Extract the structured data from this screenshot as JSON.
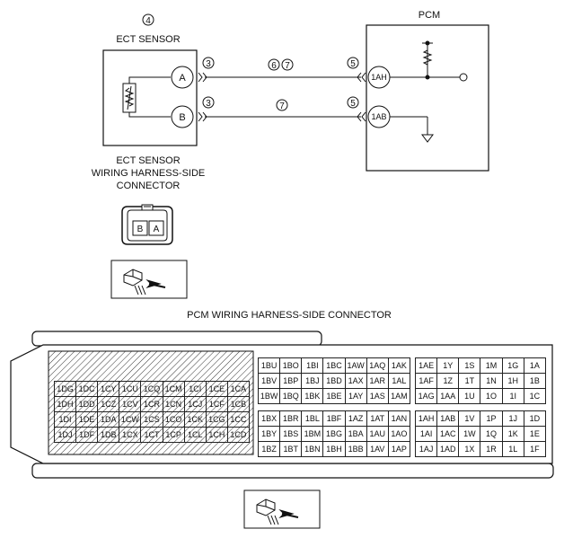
{
  "ect": {
    "callout": "4",
    "title": "ECT SENSOR",
    "pin_a": "A",
    "pin_b": "B",
    "connector_caption": [
      "ECT SENSOR",
      "WIRING HARNESS-SIDE",
      "CONNECTOR"
    ],
    "connector_face": [
      "B",
      "A"
    ]
  },
  "pcm": {
    "title": "PCM",
    "pin_1ah": "1AH",
    "pin_1ab": "1AB",
    "connector_title": "PCM WIRING HARNESS-SIDE CONNECTOR"
  },
  "wires": {
    "top": {
      "left_callout": "3",
      "mid_callouts": [
        "6",
        "7"
      ],
      "right_callout": "5"
    },
    "bottom": {
      "left_callout": "3",
      "mid_callouts": [
        "7"
      ],
      "right_callout": "5"
    }
  },
  "pcm_connector": {
    "left_block": [
      [
        "1DG",
        "1DC",
        "1CY",
        "1CU",
        "1CQ",
        "1CM",
        "1CI",
        "1CE",
        "1CA"
      ],
      [
        "1DH",
        "1DD",
        "1CZ",
        "1CV",
        "1CR",
        "1CN",
        "1CJ",
        "1CF",
        "1CB"
      ],
      [
        "1DI",
        "1DE",
        "1DA",
        "1CW",
        "1CS",
        "1CO",
        "1CK",
        "1CG",
        "1CC"
      ],
      [
        "1DJ",
        "1DF",
        "1DB",
        "1CX",
        "1CT",
        "1CP",
        "1CL",
        "1CH",
        "1CD"
      ]
    ],
    "middle_block_top": [
      [
        "1BU",
        "1BO",
        "1BI",
        "1BC",
        "1AW",
        "1AQ",
        "1AK"
      ],
      [
        "1BV",
        "1BP",
        "1BJ",
        "1BD",
        "1AX",
        "1AR",
        "1AL"
      ],
      [
        "1BW",
        "1BQ",
        "1BK",
        "1BE",
        "1AY",
        "1AS",
        "1AM"
      ]
    ],
    "middle_block_bottom": [
      [
        "1BX",
        "1BR",
        "1BL",
        "1BF",
        "1AZ",
        "1AT",
        "1AN"
      ],
      [
        "1BY",
        "1BS",
        "1BM",
        "1BG",
        "1BA",
        "1AU",
        "1AO"
      ],
      [
        "1BZ",
        "1BT",
        "1BN",
        "1BH",
        "1BB",
        "1AV",
        "1AP"
      ]
    ],
    "right_block_top": [
      [
        "1AE",
        "1Y",
        "1S",
        "1M",
        "1G",
        "1A"
      ],
      [
        "1AF",
        "1Z",
        "1T",
        "1N",
        "1H",
        "1B"
      ],
      [
        "1AG",
        "1AA",
        "1U",
        "1O",
        "1I",
        "1C"
      ]
    ],
    "right_block_bottom": [
      [
        "1AH",
        "1AB",
        "1V",
        "1P",
        "1J",
        "1D"
      ],
      [
        "1AI",
        "1AC",
        "1W",
        "1Q",
        "1K",
        "1E"
      ],
      [
        "1AJ",
        "1AD",
        "1X",
        "1R",
        "1L",
        "1F"
      ]
    ]
  }
}
